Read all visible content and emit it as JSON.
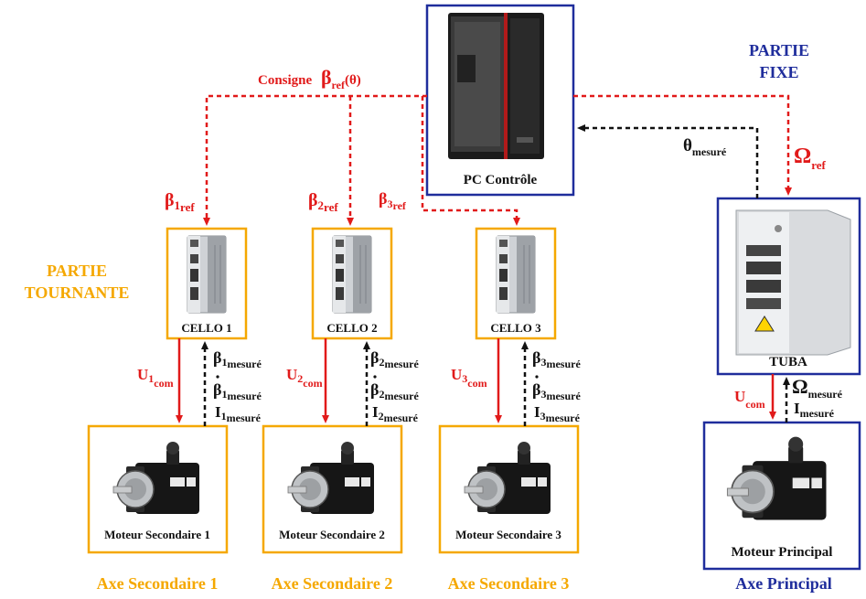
{
  "colors": {
    "orange": "#F5A800",
    "blue": "#1F2D9C",
    "red": "#E11A1A",
    "black": "#111111"
  },
  "labels": {
    "partie_fixe_1": "PARTIE",
    "partie_fixe_2": "FIXE",
    "partie_tournante_1": "PARTIE",
    "partie_tournante_2": "TOURNANTE",
    "consigne_word": "Consigne",
    "pc": "PC Contrôle",
    "tuba": "TUBA",
    "cello1": "CELLO 1",
    "cello2": "CELLO 2",
    "cello3": "CELLO 3",
    "moteur_sec1": "Moteur Secondaire 1",
    "moteur_sec2": "Moteur Secondaire 2",
    "moteur_sec3": "Moteur Secondaire 3",
    "moteur_principal": "Moteur Principal",
    "axe_sec1": "Axe Secondaire 1",
    "axe_sec2": "Axe Secondaire 2",
    "axe_sec3": "Axe Secondaire 3",
    "axe_principal": "Axe Principal"
  },
  "symbols": {
    "beta": "β",
    "theta": "θ",
    "omega": "Ω",
    "U": "U",
    "I": "I",
    "ref": "ref",
    "com": "com",
    "mesure": "mesuré",
    "theta_paren": "(θ)",
    "n1": "1",
    "n2": "2",
    "n3": "3"
  },
  "icons": {
    "pc": "pc-tower-icon",
    "drive": "servo-drive-icon",
    "tuba": "power-drive-icon",
    "motor": "servo-motor-icon"
  }
}
